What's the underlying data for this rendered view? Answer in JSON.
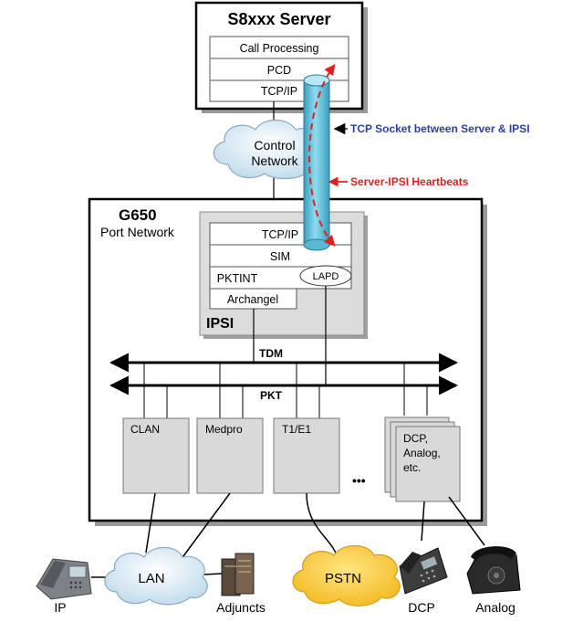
{
  "server": {
    "title": "S8xxx Server",
    "stack": [
      "Call Processing",
      "PCD",
      "TCP/IP"
    ]
  },
  "control_network": {
    "line1": "Control",
    "line2": "Network"
  },
  "annotations": {
    "tcp_socket": "TCP Socket between Server & IPSI",
    "heartbeats": "Server-IPSI Heartbeats"
  },
  "g650": {
    "title": "G650",
    "subtitle": "Port Network"
  },
  "ipsi": {
    "label": "IPSI",
    "stack": [
      "TCP/IP",
      "SIM",
      "PKTINT",
      "Archangel"
    ],
    "lapd": "LAPD"
  },
  "buses": {
    "tdm": "TDM",
    "pkt": "PKT"
  },
  "boards": {
    "clan": "CLAN",
    "medpro": "Medpro",
    "t1e1": "T1/E1",
    "ellipsis": "•••",
    "dcp_lines": [
      "DCP,",
      "Analog,",
      "etc."
    ]
  },
  "bottom": {
    "ip": "IP",
    "lan": "LAN",
    "adjuncts": "Adjuncts",
    "pstn": "PSTN",
    "dcp": "DCP",
    "analog": "Analog"
  },
  "colors": {
    "tube": "#6cc8e0",
    "tube_dark": "#3a9dbd",
    "heartbeat": "#e02020",
    "tcp_label": "#2b3ea8",
    "heartbeat_label": "#e02020",
    "pstn_cloud": "#f7c531",
    "lan_cloud": "#c9e4f5",
    "board_fill": "#d9d9d9",
    "shadow": "#aaaaaa"
  }
}
